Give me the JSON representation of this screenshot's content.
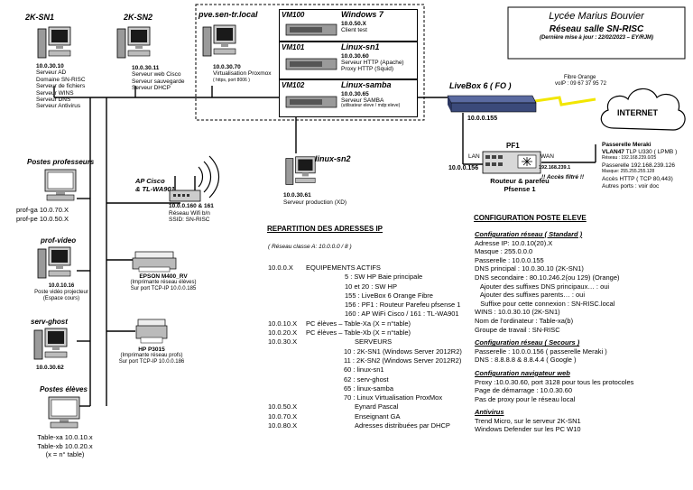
{
  "title_box": {
    "school": "Lycée Marius Bouvier",
    "network": "Réseau salle SN-RISC",
    "revision": "(Dernière mise à jour : 22/02/2023 – EY/RJM)"
  },
  "sn1": {
    "name": "2K-SN1",
    "lines": [
      "10.0.30.10",
      "Serveur AD",
      "Domaine SN-RISC",
      "Serveur de fichiers",
      "Serveur WINS",
      "Serveur DNS",
      "Serveur Antivirus"
    ]
  },
  "sn2": {
    "name": "2K-SN2",
    "lines": [
      "10.0.30.11",
      "Serveur web Cisco",
      "Serveur sauvegarde",
      "Serveur DHCP"
    ]
  },
  "pve": {
    "name": "pve.sen-tr.local",
    "ip": "10.0.30.70",
    "role": "Virtualisation Proxmox",
    "port": "( https, port 8006 )"
  },
  "vms": [
    {
      "id": "VM100",
      "os": "Windows 7",
      "ip": "10.0.50.X",
      "lines": [
        "Client test"
      ]
    },
    {
      "id": "VM101",
      "os": "Linux-sn1",
      "ip": "10.0.30.60",
      "lines": [
        "Serveur HTTP (Apache)",
        "Proxy HTTP (Squid)"
      ]
    },
    {
      "id": "VM102",
      "os": "Linux-samba",
      "ip": "10.0.30.65",
      "lines": [
        "Serveur SAMBA",
        "(utilisateur eleve / mdp:eleve)"
      ]
    }
  ],
  "livebox": {
    "name": "LiveBox 6 ( FO )",
    "ip": "10.0.0.155",
    "fibre": "Fibre Orange",
    "voip": "voIP : 09 67 37 95 72"
  },
  "internet": "INTERNET",
  "pf1": {
    "name": "PF1",
    "lan": "LAN",
    "wan": "WAN",
    "lan_ip": "10.0.0.156",
    "wan_ip": "192.168.239.1",
    "filtered": "!! Accès filtré !!",
    "desc1": "Routeur & parefeu",
    "desc2": "Pfsense 1"
  },
  "meraki": {
    "title": "Passerelle Meraki",
    "vlan": "VLAN47",
    "vlan_rest": "TLP U330 ( LPMB )",
    "network": "Réseau : 192.168.239.0/25",
    "gateway": "Passerelle 192.168.239.126",
    "mask": "Masque: 255.255.255.128",
    "http": "Accès HTTP ( TCP 80,443)",
    "ports": "Autres ports : voir doc"
  },
  "linux_sn2": {
    "name": "linux-sn2",
    "ip": "10.0.30.61",
    "role": "Serveur production (XD)"
  },
  "ap": {
    "name1": "AP Cisco",
    "name2": "& TL-WA901",
    "ip": "10.0.0.160 & 161",
    "wifi": "Réseau Wifi b/n",
    "ssid": "SSID: SN-RISC"
  },
  "profs": {
    "title": "Postes professeurs",
    "lines": [
      "prof-ga 10.0.70.X",
      "prof-pe 10.0.50.X"
    ]
  },
  "prof_video": {
    "title": "prof-video",
    "ip": "10.0.10.16",
    "role": "Poste vidéo projecteur",
    "sub": "(Espace cours)"
  },
  "printer1": {
    "name": "EPSON M400_RV",
    "desc": "(Imprimante réseau élèves)",
    "port": "Sur port TCP-IP 10.0.0.185"
  },
  "printer2": {
    "name": "HP P3015",
    "desc": "(Imprimante réseau profs)",
    "port": "Sur port TCP-IP 10.0.0.186"
  },
  "serv_ghost": {
    "title": "serv-ghost",
    "ip": "10.0.30.62"
  },
  "eleves": {
    "title": "Postes élèves",
    "lines": [
      "Table-xa 10.0.10.x",
      "Table-xb 10.0.20.x",
      "(x = n° table)"
    ]
  },
  "repartition": {
    "title": "REPARTITION DES ADRESSES IP",
    "subtitle": "( Réseau classe A: 10.0.0.0 / 8 )",
    "lines": [
      {
        "ip": "10.0.0.X",
        "text": "EQUIPEMENTS ACTIFS",
        "indent": 0
      },
      {
        "ip": "",
        "text": "5 : SW HP Baie principale",
        "indent": 1
      },
      {
        "ip": "",
        "text": "10 et 20 : SW HP",
        "indent": 1
      },
      {
        "ip": "",
        "text": "155 : LiveBox 6 Orange Fibre",
        "indent": 1
      },
      {
        "ip": "",
        "text": "156 : PF1 : Routeur Parefeu pfsense 1",
        "indent": 1
      },
      {
        "ip": "",
        "text": "160 : AP WiFi Cisco / 161 : TL-WA901",
        "indent": 1
      },
      {
        "ip": "10.0.10.X",
        "text": "PC élèves – Table-Xa (X = n°table)",
        "indent": 0
      },
      {
        "ip": "10.0.20.X",
        "text": "PC élèves – Table-Xb (X = n°table)",
        "indent": 0
      },
      {
        "ip": "10.0.30.X",
        "text": "SERVEURS",
        "indent": 2
      },
      {
        "ip": "",
        "text": "10 : 2K-SN1 (Windows Server 2012R2)",
        "indent": 3
      },
      {
        "ip": "",
        "text": "11 : 2K-SN2 (Windows Server 2012R2)",
        "indent": 3
      },
      {
        "ip": "",
        "text": "60 : linux-sn1",
        "indent": 3
      },
      {
        "ip": "",
        "text": "62 : serv-ghost",
        "indent": 3
      },
      {
        "ip": "",
        "text": "65 : linux-samba",
        "indent": 3
      },
      {
        "ip": "",
        "text": "70 : Linux Virtualisation ProxMox",
        "indent": 3
      },
      {
        "ip": "10.0.50.X",
        "text": "Eynard Pascal",
        "indent": 2
      },
      {
        "ip": "10.0.70.X",
        "text": "Enseignant GA",
        "indent": 2
      },
      {
        "ip": "10.0.80.X",
        "text": "Adresses distribuées par DHCP",
        "indent": 2
      }
    ]
  },
  "config": {
    "title": "CONFIGURATION POSTE ELEVE",
    "sections": [
      {
        "title": "Configuration réseau ( Standard )",
        "lines": [
          "Adresse IP: 10.0.10(20).X",
          "Masque : 255.0.0.0",
          "Passerelle : 10.0.0.155",
          "DNS principal : 10.0.30.10 (2K-SN1)",
          "DNS secondaire : 80.10.246.2(ou 129) (Orange)",
          "   Ajouter des suffixes DNS principaux… : oui",
          "   Ajouter des suffixes parents… : oui",
          "   Suffixe pour cette connexion : SN-RISC.local",
          "WINS : 10.0.30.10 (2K-SN1)",
          "Nom de l’ordinateur : Table-xa(b)",
          "Groupe de travail : SN-RISC"
        ]
      },
      {
        "title": "Configuration réseau ( Secours )",
        "lines": [
          "Passerelle : 10.0.0.156 ( passerelle Meraki )",
          "DNS : 8.8.8.8 & 8.8.4.4 ( Google )"
        ]
      },
      {
        "title": "Configuration navigateur web",
        "lines": [
          "Proxy :10.0.30.60, port 3128 pour tous les protocoles",
          "Page de démarrage : 10.0.30.60",
          "Pas de proxy pour le réseau local"
        ]
      },
      {
        "title": "Antivirus",
        "lines": [
          "Trend Micro, sur le serveur 2K-SN1",
          "Windows Defender sur les PC W10"
        ]
      }
    ]
  },
  "colors": {
    "livebox": "#3b4a7a",
    "link_yellow": "#f2e600",
    "screen": "#1a1a1a",
    "device_grey": "#9a9a9a"
  },
  "icons": [
    "pc-icon",
    "server-icon",
    "printer-icon",
    "router-icon",
    "firewall-icon",
    "cloud-icon",
    "wifi-icon"
  ]
}
